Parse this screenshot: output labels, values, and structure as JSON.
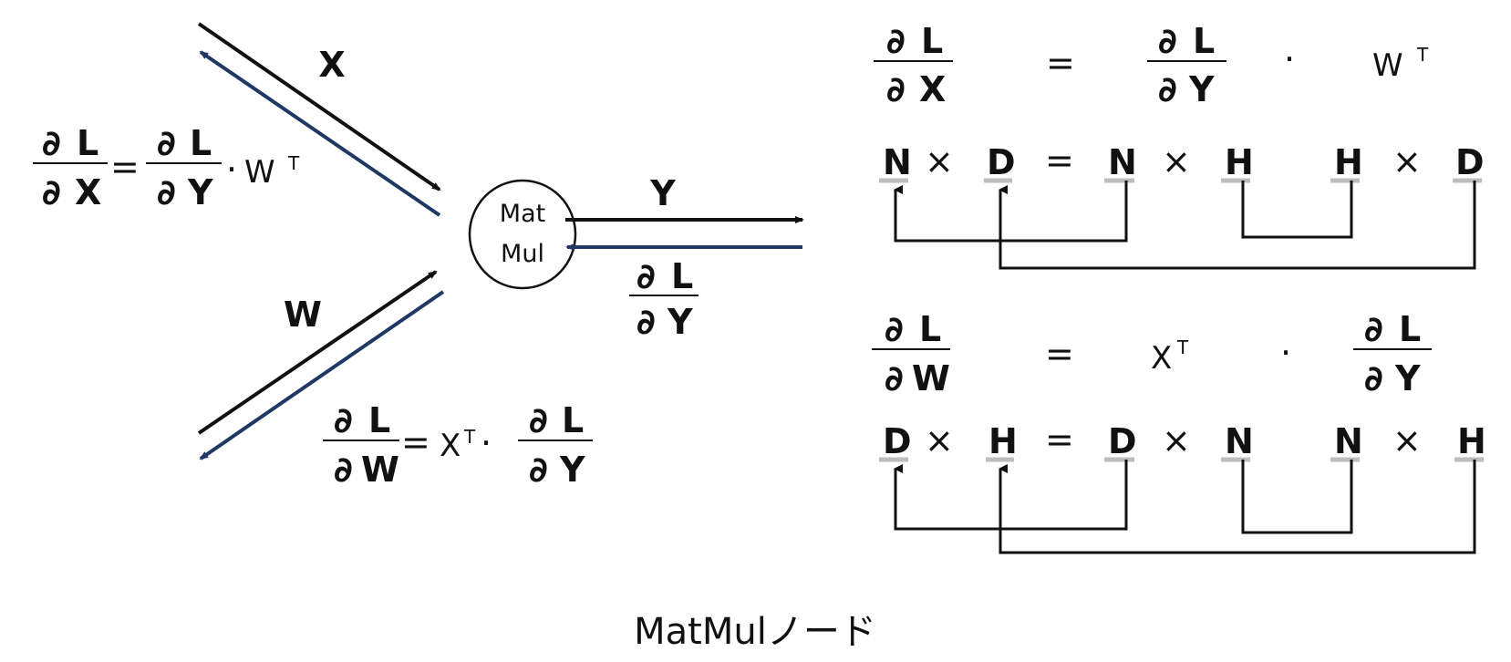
{
  "colors": {
    "forward": "#111111",
    "backward": "#1f3864",
    "dim_underline": "#bdbdbd",
    "text": "#111111"
  },
  "node": {
    "line1": "Mat",
    "line2": "Mul"
  },
  "inputs": {
    "x": "X",
    "w": "W",
    "y": "Y"
  },
  "partial": {
    "d": "∂",
    "L": "L",
    "X": "X",
    "Y": "Y",
    "W": "W"
  },
  "symbols": {
    "eq": "=",
    "dot": "·",
    "times": "×",
    "T": "T",
    "W_plain": "W",
    "X_plain": "X"
  },
  "shape_check_1": {
    "lhs": [
      "N",
      "D"
    ],
    "rhs_a": [
      "N",
      "H"
    ],
    "rhs_b": [
      "H",
      "D"
    ]
  },
  "shape_check_2": {
    "lhs": [
      "D",
      "H"
    ],
    "rhs_a": [
      "D",
      "N"
    ],
    "rhs_b": [
      "N",
      "H"
    ]
  },
  "title": "MatMulノード"
}
